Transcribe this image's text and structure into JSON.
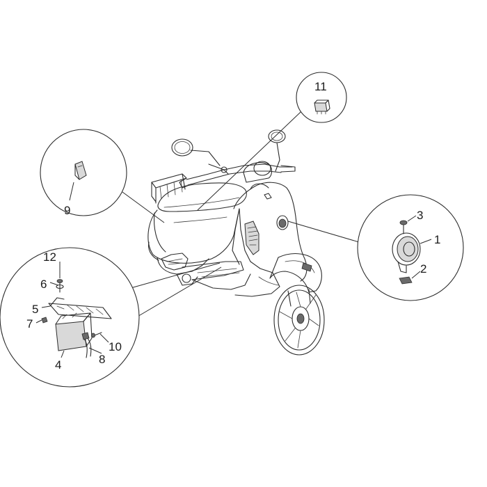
{
  "labels": {
    "p1": "1",
    "p2": "2",
    "p3": "3",
    "p4": "4",
    "p5": "5",
    "p6": "6",
    "p7": "7",
    "p8": "8",
    "p9": "9",
    "p10": "10",
    "p11": "11",
    "p12": "12"
  },
  "colors": {
    "line": "#2b2b2b",
    "background": "#ffffff",
    "part_fill": "#d9d9d9"
  }
}
